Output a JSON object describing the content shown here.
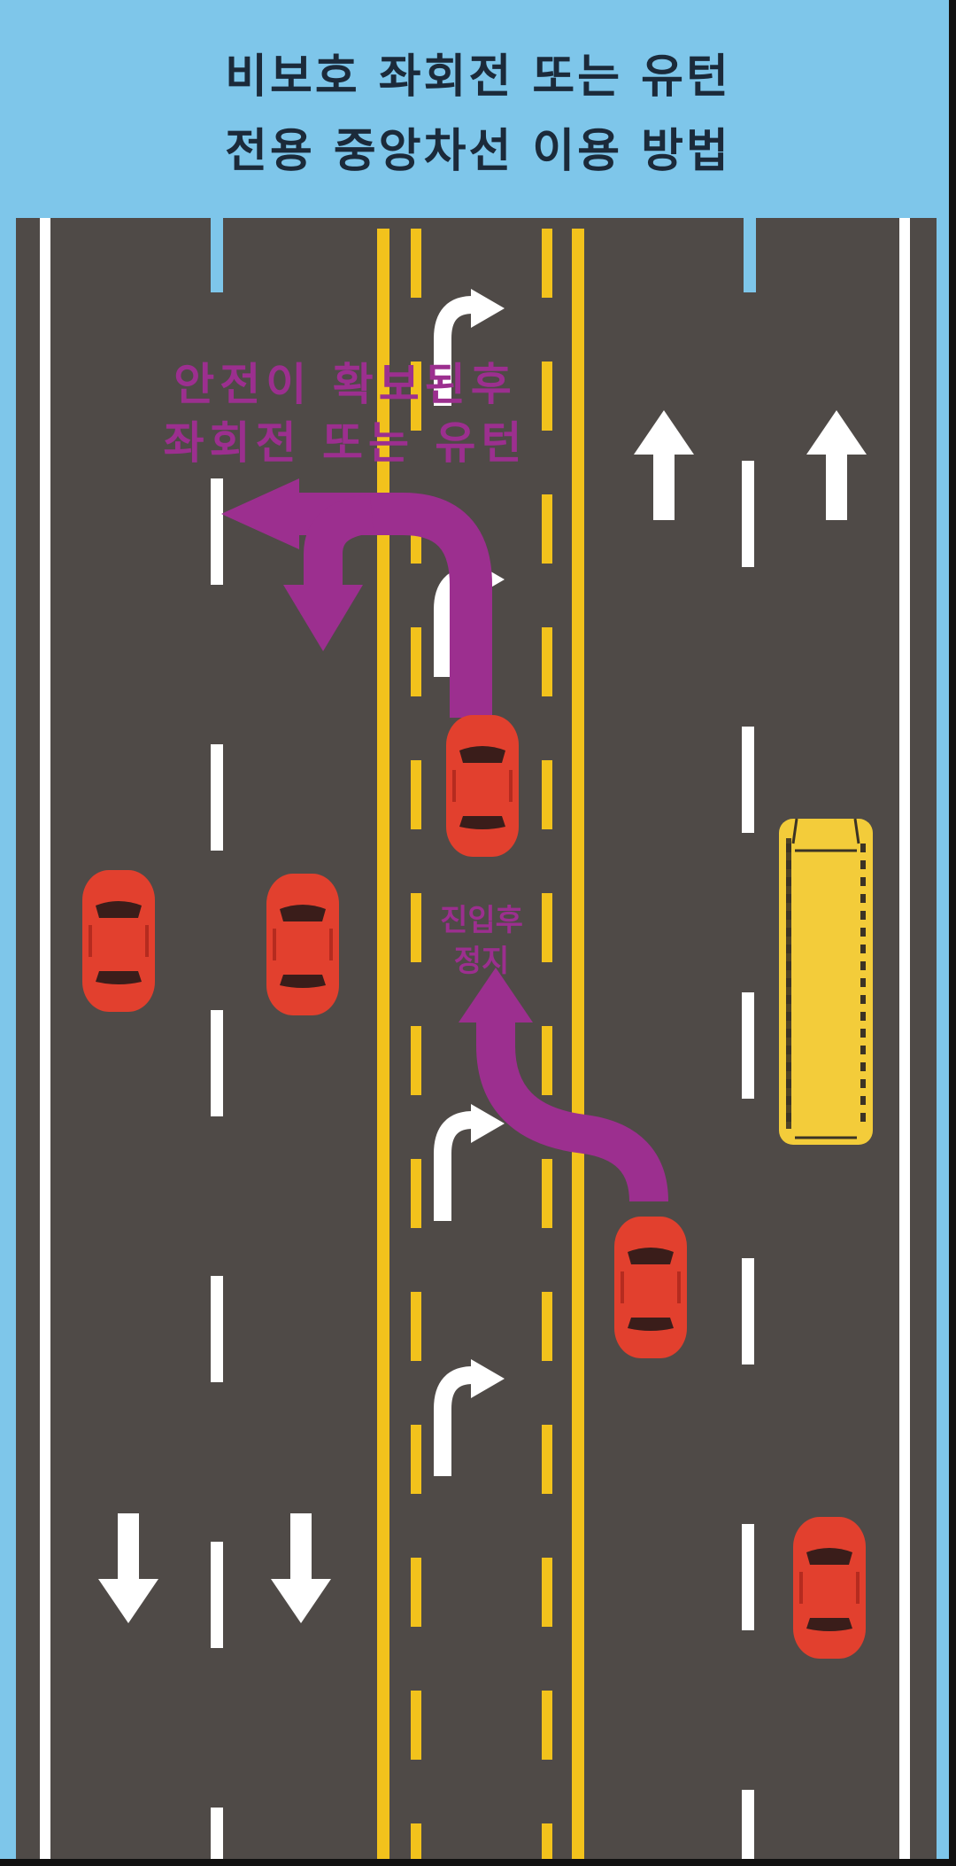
{
  "title": {
    "line1": "비보호 좌회전 또는 유턴",
    "line2": "전용 중앙차선 이용 방법"
  },
  "labels": {
    "after_safety_line1": "안전이 확보된후",
    "after_safety_line2": "좌회전 또는 유턴",
    "enter_stop_line1": "진입후",
    "enter_stop_line2": "정지"
  },
  "colors": {
    "sky": "#7ec6ea",
    "asphalt": "#4f4a47",
    "lane_white": "#ffffff",
    "center_yellow": "#f2c21c",
    "car_red": "#e2402e",
    "bus_yellow": "#f3cc3a",
    "guide_purple": "#9c2f8f"
  },
  "icons": [
    "up-arrow-icon",
    "down-arrow-icon",
    "uturn-left-marking-icon",
    "car-icon",
    "bus-icon"
  ]
}
